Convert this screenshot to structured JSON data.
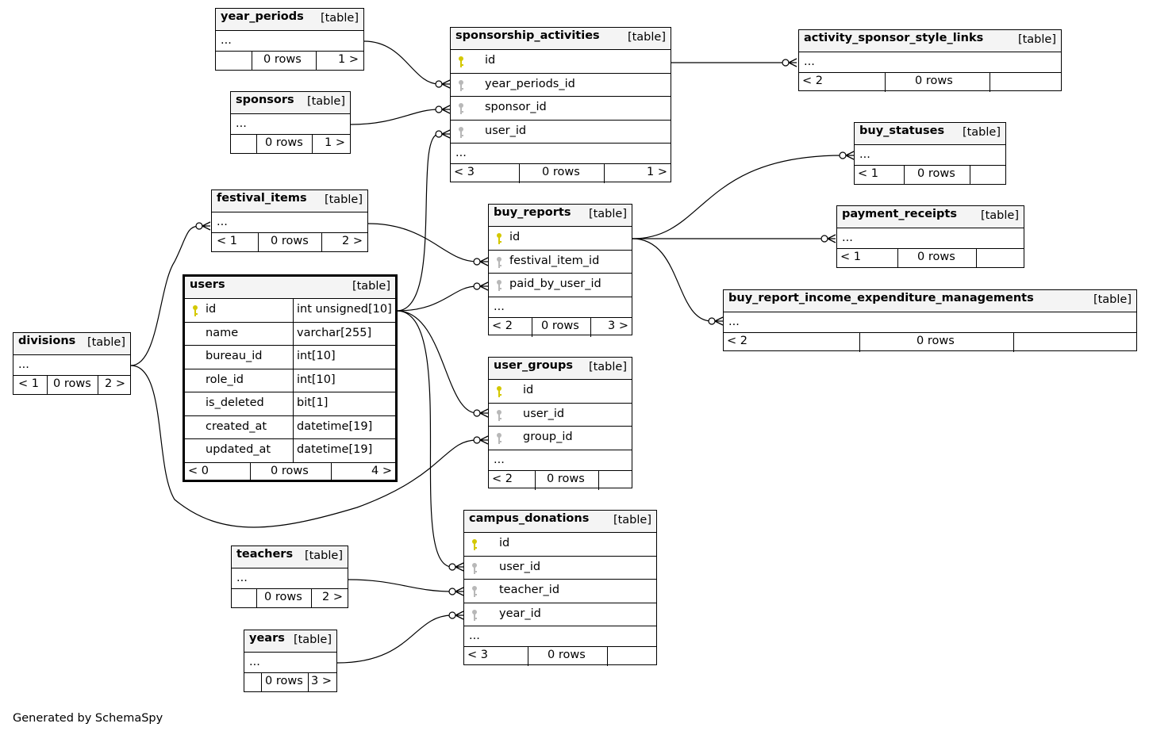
{
  "diagram": {
    "footer_text": "Generated by SchemaSpy",
    "kind_label": "[table]",
    "tables": {
      "year_periods": {
        "name": "year_periods",
        "rows": [
          "..."
        ],
        "foot": [
          "",
          "0 rows",
          "1 >"
        ]
      },
      "sponsors": {
        "name": "sponsors",
        "rows": [
          "..."
        ],
        "foot": [
          "",
          "0 rows",
          "1 >"
        ]
      },
      "festival_items": {
        "name": "festival_items",
        "rows": [
          "..."
        ],
        "foot": [
          "< 1",
          "0 rows",
          "2 >"
        ]
      },
      "divisions": {
        "name": "divisions",
        "rows": [
          "..."
        ],
        "foot": [
          "< 1",
          "0 rows",
          "2 >"
        ]
      },
      "teachers": {
        "name": "teachers",
        "rows": [
          "..."
        ],
        "foot": [
          "",
          "0 rows",
          "2 >"
        ]
      },
      "years": {
        "name": "years",
        "rows": [
          "..."
        ],
        "foot": [
          "",
          "0 rows",
          "3 >"
        ]
      },
      "users": {
        "name": "users",
        "columns": [
          {
            "key": "pk",
            "name": "id",
            "type": "int unsigned[10]"
          },
          {
            "key": "",
            "name": "name",
            "type": "varchar[255]"
          },
          {
            "key": "",
            "name": "bureau_id",
            "type": "int[10]"
          },
          {
            "key": "",
            "name": "role_id",
            "type": "int[10]"
          },
          {
            "key": "",
            "name": "is_deleted",
            "type": "bit[1]"
          },
          {
            "key": "",
            "name": "created_at",
            "type": "datetime[19]"
          },
          {
            "key": "",
            "name": "updated_at",
            "type": "datetime[19]"
          }
        ],
        "foot": [
          "< 0",
          "0 rows",
          "4 >"
        ]
      },
      "sponsorship_activities": {
        "name": "sponsorship_activities",
        "columns": [
          {
            "key": "pk",
            "name": "id"
          },
          {
            "key": "fk",
            "name": "year_periods_id"
          },
          {
            "key": "fk",
            "name": "sponsor_id"
          },
          {
            "key": "fk",
            "name": "user_id"
          }
        ],
        "rows": [
          "..."
        ],
        "foot": [
          "< 3",
          "0 rows",
          "1 >"
        ]
      },
      "buy_reports": {
        "name": "buy_reports",
        "columns": [
          {
            "key": "pk",
            "name": "id"
          },
          {
            "key": "fk",
            "name": "festival_item_id"
          },
          {
            "key": "fk",
            "name": "paid_by_user_id"
          }
        ],
        "rows": [
          "..."
        ],
        "foot": [
          "< 2",
          "0 rows",
          "3 >"
        ]
      },
      "user_groups": {
        "name": "user_groups",
        "columns": [
          {
            "key": "pk",
            "name": "id"
          },
          {
            "key": "fk",
            "name": "user_id"
          },
          {
            "key": "fk",
            "name": "group_id"
          }
        ],
        "rows": [
          "..."
        ],
        "foot": [
          "< 2",
          "0 rows",
          ""
        ]
      },
      "campus_donations": {
        "name": "campus_donations",
        "columns": [
          {
            "key": "pk",
            "name": "id"
          },
          {
            "key": "fk",
            "name": "user_id"
          },
          {
            "key": "fk",
            "name": "teacher_id"
          },
          {
            "key": "fk",
            "name": "year_id"
          }
        ],
        "rows": [
          "..."
        ],
        "foot": [
          "< 3",
          "0 rows",
          ""
        ]
      },
      "activity_sponsor_style_links": {
        "name": "activity_sponsor_style_links",
        "rows": [
          "..."
        ],
        "foot": [
          "< 2",
          "0 rows",
          ""
        ]
      },
      "buy_statuses": {
        "name": "buy_statuses",
        "rows": [
          "..."
        ],
        "foot": [
          "< 1",
          "0 rows",
          ""
        ]
      },
      "payment_receipts": {
        "name": "payment_receipts",
        "rows": [
          "..."
        ],
        "foot": [
          "< 1",
          "0 rows",
          ""
        ]
      },
      "buy_report_income_expenditure_managements": {
        "name": "buy_report_income_expenditure_managements",
        "rows": [
          "..."
        ],
        "foot": [
          "< 2",
          "0 rows",
          ""
        ]
      }
    },
    "colors": {
      "pk_key": "#d4c800",
      "fk_key": "#b8b8b8",
      "line": "#000000",
      "header_bg": "#f4f4f4"
    }
  }
}
